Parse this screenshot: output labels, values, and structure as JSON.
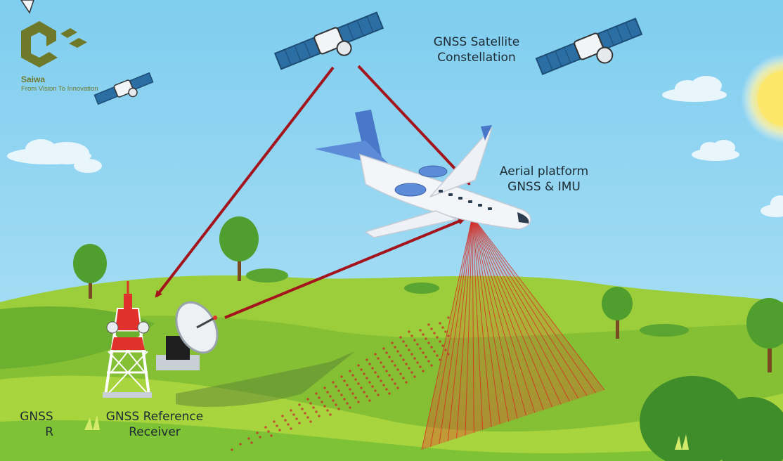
{
  "logo": {
    "name": "Saiwa",
    "tagline": "From Vision To Innovation",
    "color": "#6e7a2a"
  },
  "labels": {
    "satellite_constellation": [
      "GNSS Satellite",
      "Constellation"
    ],
    "aerial_platform": [
      "Aerial platform",
      "GNSS & IMU"
    ],
    "reference_receiver": [
      "GNSS Reference",
      "Receiver"
    ],
    "left_partial": [
      "GNSS",
      "R"
    ]
  },
  "colors": {
    "sky": "#8fd3f2",
    "hill_light": "#9ccd3a",
    "hill_dark": "#5aa431",
    "signal_arrow": "#a3141c",
    "laser": "#d7261e",
    "sun": "#fde76a"
  }
}
